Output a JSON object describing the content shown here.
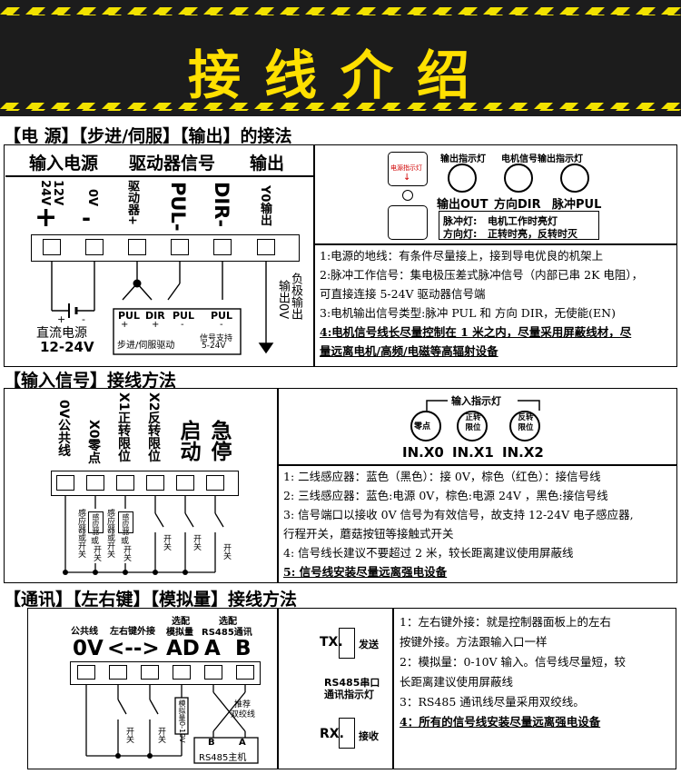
{
  "banner": {
    "title": "接线介绍"
  },
  "sec1": {
    "title": "【电 源】【步进/伺服】【输出】的接法",
    "head_power": "输入电源",
    "head_driver": "驱动器信号",
    "head_output": "输出",
    "pins": [
      "+ 12V 24V",
      "- 0V",
      "驱动器+",
      "PUL-",
      "DIR-",
      "Y0输出"
    ],
    "pin_12v": "12V",
    "pin_24v": "24V",
    "pin_plus": "+",
    "pin_minus": "-",
    "pin_0v": "0V",
    "pin_drv": "驱动器+",
    "pin_pul": "PUL-",
    "pin_dir": "DIR-",
    "pin_y0": "Y0输出",
    "dc_label": "直流电源",
    "dc_voltage": "12-24V",
    "plus_sign": "+",
    "minus_sign": "-",
    "drv_pul1": "PUL",
    "drv_dir": "DIR",
    "drv_pul2": "PUL",
    "drv_pul3": "PUL",
    "drv_plus1": "+",
    "drv_plus2": "+",
    "drv_minus1": "-",
    "drv_minus2": "-",
    "drv_caption": "步进/伺服驱动",
    "drv_signal": "信号支持",
    "drv_signal_v": "5-24V",
    "out_label1": "输出0V",
    "out_label2": "负极输出",
    "panel": {
      "power_led": "电源指示灯",
      "led_output": "输出指示灯",
      "led_motor": "电机信号输出指示灯",
      "out": "输出OUT",
      "dir": "方向DIR",
      "pul": "脉冲PUL",
      "legend1_key": "脉冲灯:",
      "legend1_val": "电机工作时亮灯",
      "legend2_key": "方向灯:",
      "legend2_val": "正转时亮，反转时灭"
    },
    "notes": [
      "1:电源的地线：有条件尽量接上，接到导电优良的机架上",
      "2:脉冲工作信号：集电极压差式脉冲信号（内部已串 2K 电阻），",
      "可直接连接 5-24V 驱动器信号端",
      "3:电机输出信号类型:脉冲 PUL 和 方向 DIR，无使能(EN)",
      "4:电机信号线长尽量控制在 1 米之内，尽量采用屏蔽线材，尽",
      "量远离电机/高频/电磁等高辐射设备"
    ]
  },
  "sec2": {
    "title": "【输入信号】接线方法",
    "pin_0v": "0V公共线",
    "pin_x0": "X0零点",
    "pin_x1": "X1正转限位",
    "pin_x2": "X2反转限位",
    "pin_start": "启动",
    "pin_stop": "急停",
    "sensor1": "感应器或开关",
    "sensor2": "感应器或开关",
    "sensor_a": "感应器",
    "sensor_b": "感应器",
    "or1": "或",
    "or2": "或",
    "switch_a": "开关",
    "switch_b": "开关",
    "switch1": "开关",
    "switch2": "开关",
    "switch3": "开关",
    "panel_title": "输入指示灯",
    "led0": "零点",
    "led1": "正转限位",
    "led2": "反转限位",
    "in0": "IN.X0",
    "in1": "IN.X1",
    "in2": "IN.X2",
    "notes": [
      "1:  二线感应器：蓝色（黑色）：接 0V，棕色（红色）：接信号线",
      "2:  三线感应器：蓝色:电源 0V，棕色:电源 24V ，黑色:接信号线",
      "3:  信号端口以接收 0V 信号为有效信号，故支持 12-24V 电子感应器,",
      "行程开关，蘑菇按钮等接触式开关",
      "4:  信号线长建议不要超过 2 米，较长距离建议使用屏蔽线",
      "5:  信号线安装尽量远离强电设备"
    ]
  },
  "sec3": {
    "title": "【通讯】【左右键】【模拟量】接线方法",
    "head_common": "公共线",
    "head_lr": "左右键外接",
    "head_analog1": "选配",
    "head_analog2": "模拟量",
    "head_485a": "选配",
    "head_485b": "RS485通讯",
    "pins_text": "0V<-->AD A  B",
    "pin0v": "0V",
    "pinarrow": "<-->",
    "pinad": "AD",
    "pina": "A",
    "pinb": "B",
    "switch1": "开关",
    "switch2": "开关",
    "analog_label": "模拟量0-10V",
    "rec1": "推荐",
    "rec2": "双绞线",
    "bb": "B",
    "aa": "A",
    "host": "RS485主机",
    "tx": "TX.",
    "tx_label": "发送",
    "rs485_1": "RS485串口",
    "rs485_2": "通讯指示灯",
    "rx": "RX.",
    "rx_label": "接收",
    "notes": [
      "1：左右键外接：就是控制器面板上的左右",
      "按键外接。方法跟输入口一样",
      "2：模拟量：0-10V 输入。信号线尽量短，较",
      "长距离建议使用屏蔽线",
      "3：RS485 通讯线尽量采用双绞线。",
      "4：所有的信号线安装尽量远离强电设备"
    ]
  }
}
